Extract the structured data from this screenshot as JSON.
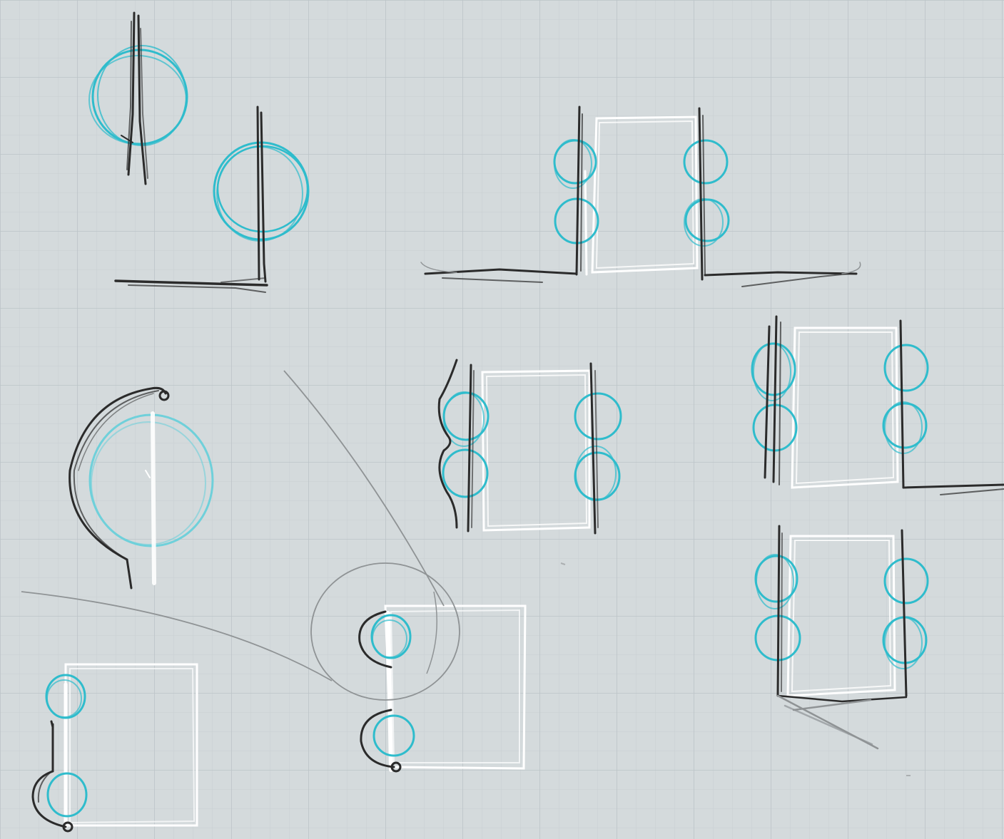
{
  "canvas": {
    "paper_color": "#d4dadc",
    "grid_minor_color": "#c8cfd2",
    "grid_major_color": "#bcc4c8"
  },
  "palette": {
    "pencil": "#2b2b2b",
    "cyan": "#2fbccc",
    "cyan_light": "#6fd0da",
    "white": "#ffffff",
    "gray": "#8f9395"
  },
  "sketches": [
    "single-post-with-ring",
    "post-with-ring-on-base",
    "double-post-box-on-base",
    "c-hook-with-ring",
    "box-with-wavy-hooks",
    "box-with-double-rings-on-base",
    "box-with-double-rings-diagonal-base",
    "box-with-bottom-hook-and-rings",
    "box-with-hook-clips-detail"
  ],
  "annotations": [
    "magnifier-circle",
    "callout-line-left",
    "callout-line-right"
  ]
}
